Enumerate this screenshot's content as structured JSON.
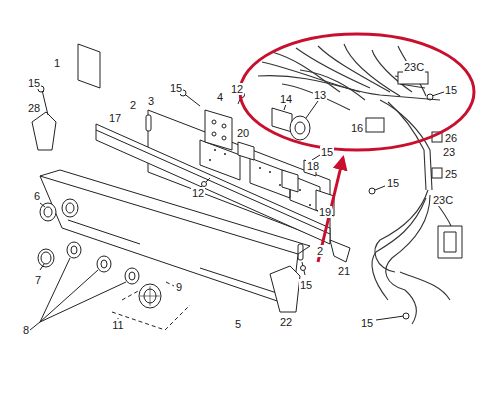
{
  "diagram": {
    "labels": [
      "1",
      "15",
      "28",
      "2",
      "3",
      "15",
      "4",
      "12",
      "14",
      "13",
      "23C",
      "15",
      "16",
      "26",
      "23",
      "25",
      "17",
      "20",
      "12",
      "18",
      "15",
      "15",
      "6",
      "19",
      "23C",
      "7",
      "8",
      "9",
      "11",
      "5",
      "2",
      "15",
      "22",
      "21",
      "15"
    ]
  }
}
